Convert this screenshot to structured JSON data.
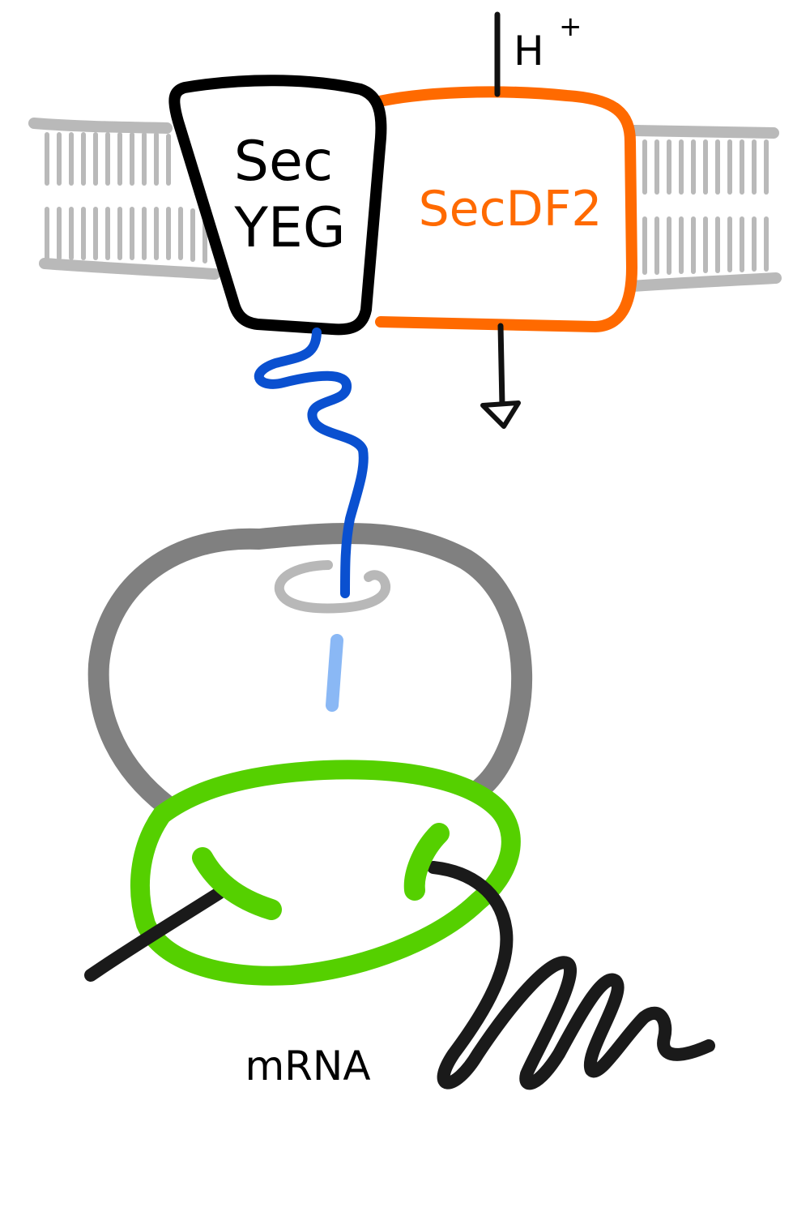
{
  "labels": {
    "secyeg_line1": "Sec",
    "secyeg_line2": "YEG",
    "secdf2": "SecDF2",
    "proton": "H",
    "proton_charge": "+",
    "mrna": "mRNA"
  },
  "colors": {
    "membrane": "#b9b9b9",
    "secyeg_outline": "#000000",
    "secdf2_outline": "#ff6a00",
    "secdf2_text": "#ff6a00",
    "nascent_chain": "#0a50d0",
    "nascent_chain_inside": "#8ab8f5",
    "ribosome_large_subunit": "#808080",
    "ribosome_exit_tunnel": "#b8b8b8",
    "ribosome_small_subunit": "#55d000",
    "mrna": "#1a1a1a"
  },
  "icons": {
    "proton_flow_arrow": "open-triangle-arrow-down"
  }
}
